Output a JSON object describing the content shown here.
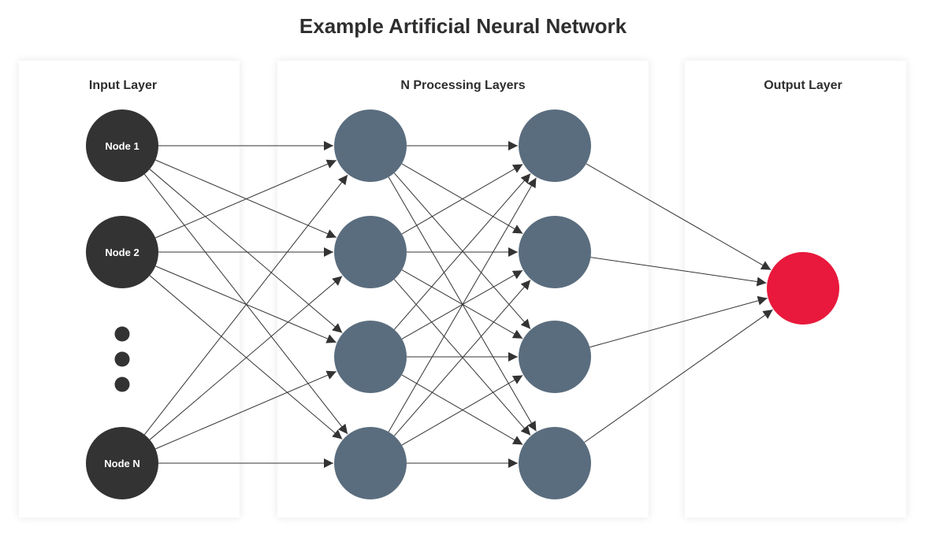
{
  "title": "Example Artificial Neural Network",
  "layers": {
    "input": "Input Layer",
    "hidden": "N Processing Layers",
    "output": "Output Layer"
  },
  "input_nodes": [
    "Node 1",
    "Node 2",
    "Node N"
  ],
  "colors": {
    "input_node": "#333333",
    "hidden_node": "#5a6d7e",
    "output_node": "#e8193c",
    "edge": "#333333",
    "text": "#2e2e2e"
  }
}
